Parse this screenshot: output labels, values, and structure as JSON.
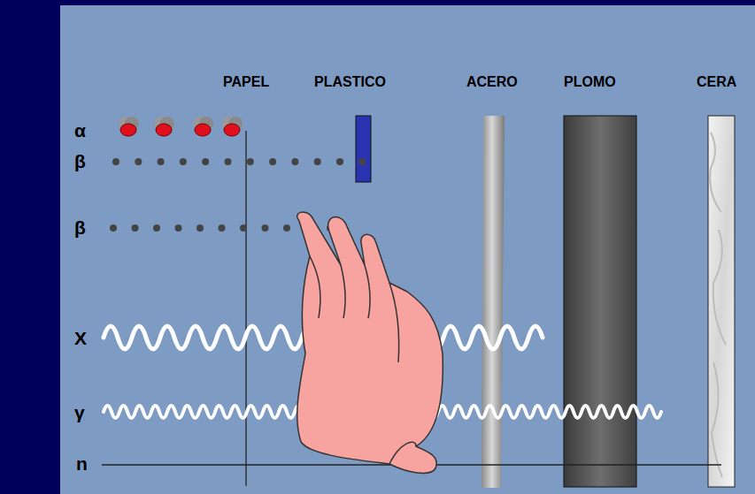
{
  "diagram": {
    "labels": [
      "PAPEL",
      "PLASTICO",
      "ACERO",
      "PLOMO",
      "CERA",
      "α",
      "β",
      "β",
      "X",
      "γ",
      "n"
    ]
  }
}
